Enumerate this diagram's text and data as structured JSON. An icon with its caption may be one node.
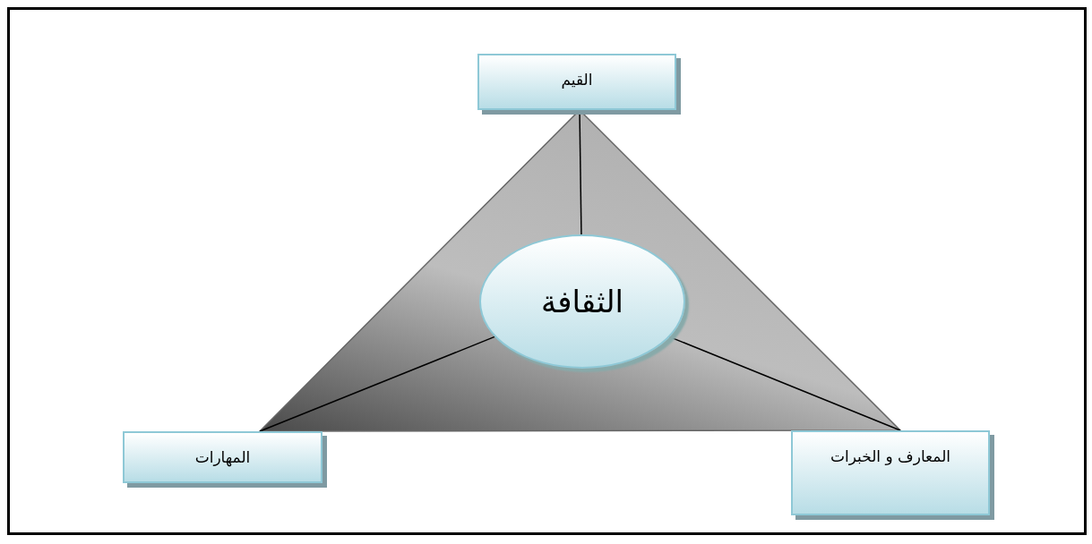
{
  "diagram": {
    "nodes": [
      {
        "text": [
          "القيم"
        ]
      },
      {
        "text": [
          "الثقافة"
        ]
      },
      {
        "text": [
          "المهارات"
        ]
      },
      {
        "text": [
          "المعارف و الخبرات"
        ]
      }
    ],
    "edges": [
      {
        "from": 1,
        "to": 0,
        "arrow": "none"
      },
      {
        "from": 1,
        "to": 2,
        "arrow": "none"
      },
      {
        "from": 1,
        "to": 3,
        "arrow": "none"
      }
    ]
  }
}
